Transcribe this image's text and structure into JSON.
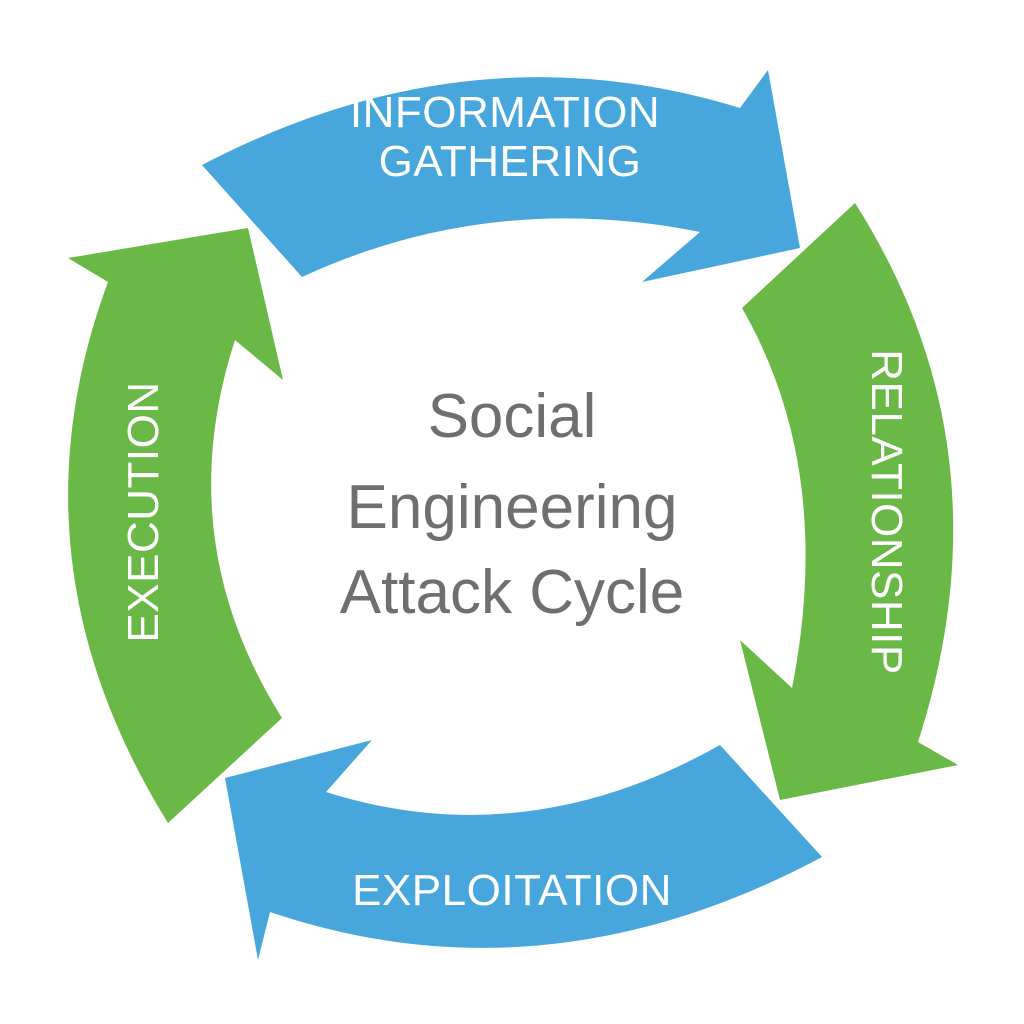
{
  "diagram": {
    "center": {
      "lines": [
        "Social",
        "Engineering",
        "Attack Cycle"
      ],
      "color": "#6f6f6f"
    },
    "stages": [
      {
        "id": "information-gathering",
        "lines": [
          "INFORMATION",
          "GATHERING"
        ],
        "color": "#47a7dc"
      },
      {
        "id": "relationship",
        "lines": [
          "RELATIONSHIP"
        ],
        "color": "#6ab846"
      },
      {
        "id": "exploitation",
        "lines": [
          "EXPLOITATION"
        ],
        "color": "#47a7dc"
      },
      {
        "id": "execution",
        "lines": [
          "EXECUTION"
        ],
        "color": "#6ab846"
      }
    ]
  }
}
